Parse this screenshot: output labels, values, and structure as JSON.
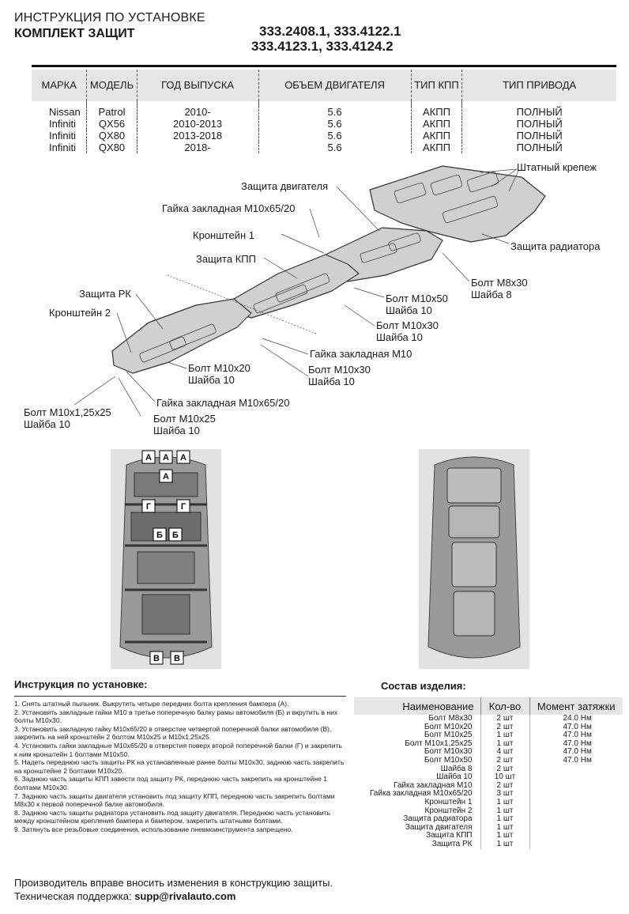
{
  "header": {
    "title_line1": "ИНСТРУКЦИЯ ПО УСТАНОВКЕ",
    "title_line2": "КОМПЛЕКТ ЗАЩИТ",
    "codes_line1": "333.2408.1, 333.4122.1",
    "codes_line2": "333.4123.1, 333.4124.2"
  },
  "vehicle_table": {
    "headers": [
      "МАРКА",
      "МОДЕЛЬ",
      "ГОД ВЫПУСКА",
      "ОБЪЕМ ДВИГАТЕЛЯ",
      "ТИП КПП",
      "ТИП ПРИВОДА"
    ],
    "rows": [
      [
        "Nissan",
        "Patrol",
        "2010-",
        "5.6",
        "АКПП",
        "ПОЛНЫЙ"
      ],
      [
        "Infiniti",
        "QX56",
        "2010-2013",
        "5.6",
        "АКПП",
        "ПОЛНЫЙ"
      ],
      [
        "Infiniti",
        "QX80",
        "2013-2018",
        "5.6",
        "АКПП",
        "ПОЛНЫЙ"
      ],
      [
        "Infiniti",
        "QX80",
        "2018-",
        "5.6",
        "АКПП",
        "ПОЛНЫЙ"
      ]
    ]
  },
  "diagram": {
    "callouts": {
      "c_standard_mount": "Штатный крепеж",
      "c_engine_guard": "Защита двигателя",
      "c_nut_top": "Гайка закладная М10х65/20",
      "c_bracket1": "Кронштейн 1",
      "c_gearbox_guard": "Защита КПП",
      "c_radiator_guard": "Защита радиатора",
      "c_bolt_m8_1": "Болт М8х30",
      "c_bolt_m8_2": "Шайба 8",
      "c_transfer_guard": "Защита РК",
      "c_bolt_m10x50_1": "Болт М10х50",
      "c_bolt_m10x50_2": "Шайба 10",
      "c_bracket2": "Кронштейн 2",
      "c_bolt_m10x30a_1": "Болт М10х30",
      "c_bolt_m10x30a_2": "Шайба 10",
      "c_nut_m10": "Гайка закладная М10",
      "c_bolt_m10x20_1": "Болт М10х20",
      "c_bolt_m10x20_2": "Шайба 10",
      "c_bolt_m10x30b_1": "Болт М10х30",
      "c_bolt_m10x30b_2": "Шайба 10",
      "c_nut_bottom": "Гайка закладная М10х65/20",
      "c_bolt_m10x125_1": "Болт М10х1,25х25",
      "c_bolt_m10x125_2": "Шайба 10",
      "c_bolt_m10x25_1": "Болт М10х25",
      "c_bolt_m10x25_2": "Шайба 10"
    }
  },
  "photo_markers": {
    "a": "А",
    "b": "Б",
    "v": "В",
    "g": "Г"
  },
  "instructions": {
    "title": "Инструкция по установке:",
    "steps": [
      "1. Снять штатный пыльник. Выкрутить четыре передних болта крепления бампера (А).",
      "2. Установить закладные гайки М10 в третье поперечную балку рамы автомобиля (Б) и вкрутить в них болты М10х30.",
      "3. Установить закладную гайку М10х65/20 в отверстие четвертой поперечной балки автомобиля (В), закрепить на ней кронштейн 2 болтом М10х25 и М10х1,25х25.",
      "4. Установить гайки закладные М10х65/20 в отверстия поверх второй поперечной балки (Г) и закрепить к ним кронштейн 1 болтами М10х50.",
      "5. Надеть переднюю часть защиты РК на установленные ранее болты М10х30, заднюю часть закрепить на кронштейне 2 болтами М10х20.",
      "6. Заднюю часть защиты КПП завести под защиту РК, переднюю часть закрепить на кронштейне 1 болтами М10х30.",
      "7. Заднюю часть защиты двигателя установить под защиту КПП, переднюю часть закрепить болтами М8х30 к первой поперечной балке автомобиля.",
      "8. Заднюю часть защиты радиатора установить под защиту двигателя. Переднюю часть установить между кронштейном крепления бампера и бампером, закрепить штатными болтами.",
      "9. Затянуть все резьбовые соединения, использование пневмоинструмента запрещено."
    ]
  },
  "composition": {
    "title": "Состав изделия:",
    "headers": [
      "Наименование",
      "Кол-во",
      "Момент затяжки"
    ],
    "rows": [
      [
        "Болт М8х30",
        "2 шт",
        "24.0 Нм"
      ],
      [
        "Болт М10х20",
        "2 шт",
        "47.0 Нм"
      ],
      [
        "Болт М10х25",
        "1 шт",
        "47.0 Нм"
      ],
      [
        "Болт М10х1,25х25",
        "1 шт",
        "47.0 Нм"
      ],
      [
        "Болт М10х30",
        "4 шт",
        "47.0 Нм"
      ],
      [
        "Болт М10х50",
        "2 шт",
        "47.0 Нм"
      ],
      [
        "Шайба 8",
        "2 шт",
        ""
      ],
      [
        "Шайба 10",
        "10 шт",
        ""
      ],
      [
        "Гайка закладная М10",
        "2 шт",
        ""
      ],
      [
        "Гайка закладная М10х65/20",
        "3 шт",
        ""
      ],
      [
        "Кронштейн 1",
        "1 шт",
        ""
      ],
      [
        "Кронштейн 2",
        "1 шт",
        ""
      ],
      [
        "Защита радиатора",
        "1 шт",
        ""
      ],
      [
        "Защита двигателя",
        "1 шт",
        ""
      ],
      [
        "Защита КПП",
        "1 шт",
        ""
      ],
      [
        "Защита РК",
        "1 шт",
        ""
      ]
    ]
  },
  "footer": {
    "line1": "Производитель вправе вносить изменения в конструкцию защиты.",
    "line2_label": "Техническая поддержка: ",
    "line2_email": "supp@rivalauto.com"
  }
}
